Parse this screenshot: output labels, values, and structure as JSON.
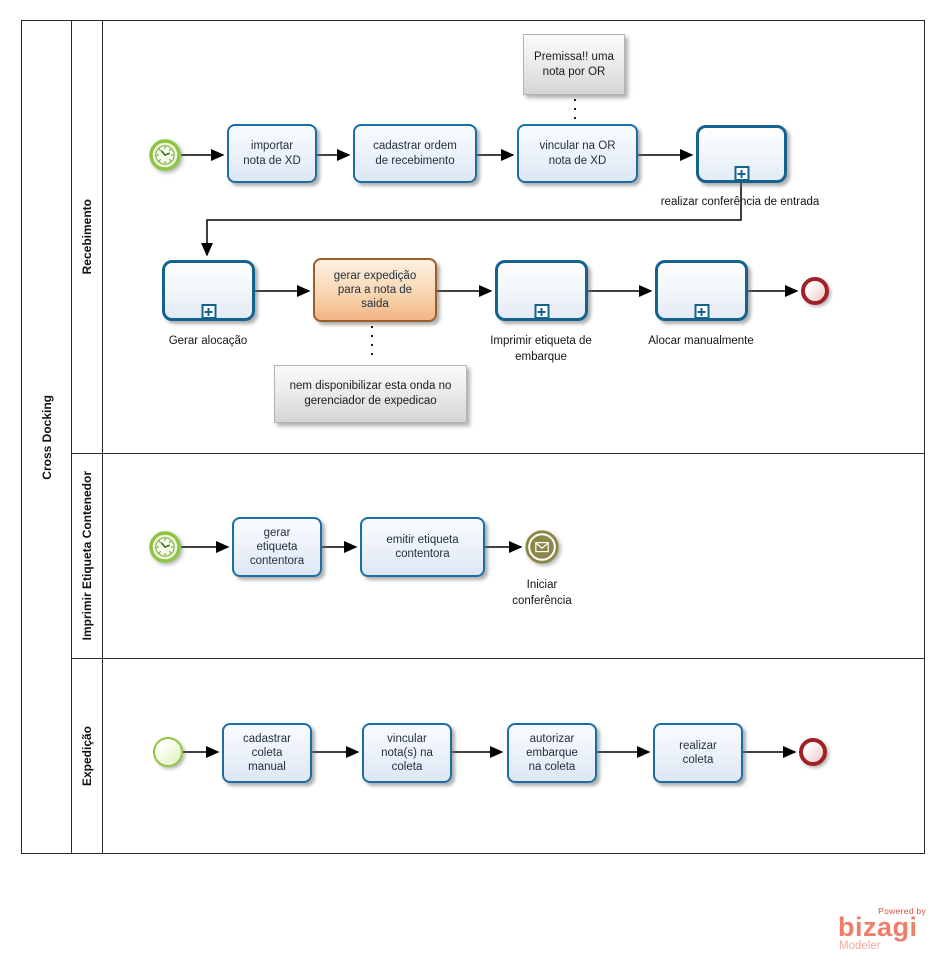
{
  "pool": {
    "name": "Cross Docking",
    "lanes": [
      {
        "name": "Recebimento"
      },
      {
        "name": "Imprimir Etiqueta Contenedor"
      },
      {
        "name": "Expedição"
      }
    ]
  },
  "nodes": {
    "importar_nota": "importar nota de XD",
    "cadastrar_or": "cadastrar ordem de recebimento",
    "vincular_or": "vincular na OR nota de XD",
    "conferencia_entrada": "realizar conferência de entrada",
    "gerar_alocacao": "Gerar alocação",
    "gerar_expedicao": "gerar expedição para a nota de saida",
    "imprimir_embarque": "Imprimir etiqueta de embarque",
    "alocar_manual": "Alocar manualmente",
    "gerar_etiqueta": "gerar etiqueta contentora",
    "emitir_etiqueta": "emitir etiqueta contentora",
    "iniciar_conferencia": "Iniciar conferência",
    "cadastrar_coleta": "cadastrar coleta manual",
    "vincular_notas": "vincular nota(s) na coleta",
    "autorizar_embarque": "autorizar embarque na coleta",
    "realizar_coleta": "realizar coleta"
  },
  "annotations": {
    "premissa": "Premissa!! uma nota por OR",
    "onda": "nem disponibilizar esta onda no gerenciador de expedicao"
  },
  "logo": {
    "powered_by": "Powered by",
    "brand": "bizagi",
    "product": "Modeler"
  },
  "colors": {
    "task_border": "#1b6ea5",
    "task_fill": "#dde7f4",
    "subprocess_border": "#15628f",
    "orange_task_border": "#9c5f2b",
    "orange_task_fill": "#f0b583",
    "start_event_green": "#8dc63f",
    "end_event_red": "#9f2025",
    "message_event_olive": "#8b8747",
    "annotation_gray": "#d5d5d5",
    "logo_coral": "#ee7e6a"
  }
}
